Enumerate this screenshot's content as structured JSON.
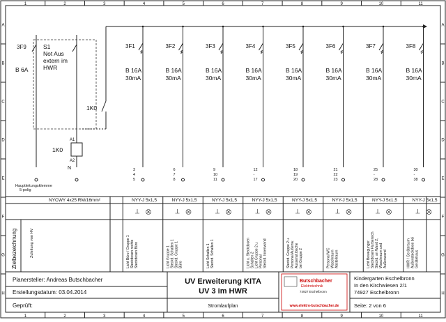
{
  "grid": {
    "columns": [
      "1",
      "2",
      "3",
      "4",
      "5",
      "6",
      "7",
      "8",
      "9",
      "10",
      "11"
    ],
    "rows": [
      "A",
      "B",
      "C",
      "D",
      "E",
      "F",
      "G",
      "H"
    ]
  },
  "main_breakers": [
    {
      "id": "3F9",
      "rating": "B 6A"
    }
  ],
  "emergency": {
    "id": "S1",
    "lines": [
      "Not Aus",
      "extern im",
      "HWR"
    ]
  },
  "contactor": {
    "id": "1K0",
    "coil_top": "A1",
    "coil_bottom": "A2",
    "neutral": "N",
    "contact_label": "1K0"
  },
  "ground_note": [
    "Hauptleitungsklemme",
    "5-polig"
  ],
  "rcbos": [
    {
      "id": "3F1",
      "rating": "B 16A",
      "rcd": "30mA",
      "terminals": [
        "3",
        "4",
        "5"
      ],
      "cable": "NYY-J 5x1,5",
      "desc": [
        "Licht Büro / Gruppe 1",
        "Steckdosen rechts",
        "Steckdosen Büro"
      ]
    },
    {
      "id": "3F2",
      "rating": "B 16A",
      "rcd": "30mA",
      "terminals": [
        "6",
        "7",
        "8"
      ],
      "cable": "NYY-J 5x1,5",
      "desc": [
        "Licht Gruppe 1",
        "Steckd. Schalten 1",
        "Steckd. Gruppe 1",
        "Büro"
      ]
    },
    {
      "id": "3F3",
      "rating": "B 16A",
      "rcd": "30mA",
      "terminals": [
        "9",
        "10",
        "11"
      ],
      "cable": "NYY-J 5x1,5",
      "desc": [
        "Licht Schalten 1",
        "Steckd. Schalten 1"
      ]
    },
    {
      "id": "3F4",
      "rating": "B 16A",
      "rcd": "30mA",
      "terminals": [
        "12",
        "-",
        "17"
      ],
      "cable": "NYY-J 5x1,5",
      "desc": [
        "Licht u. Steckdosen",
        "Schalten 2",
        "Licht Gruppe 2 u.",
        "Personal",
        "Steckd. Innenwand"
      ]
    },
    {
      "id": "3F5",
      "rating": "B 16A",
      "rcd": "30mA",
      "terminals": [
        "18",
        "19",
        "20"
      ],
      "cable": "NYY-J 5x1,5",
      "desc": [
        "Steckd. Gruppe 2 u.",
        "Personal Außenw.",
        "Aussenst.lösche",
        "bei Gruppe 2"
      ]
    },
    {
      "id": "3F6",
      "rating": "B 16A",
      "rcd": "30mA",
      "terminals": [
        "21",
        "22",
        "23"
      ],
      "cable": "NYY-J 5x1,5",
      "desc": [
        "Personal WC",
        "Waschraum",
        "Abstellraum"
      ]
    },
    {
      "id": "3F7",
      "rating": "B 16A",
      "rcd": "30mA",
      "terminals": [
        "25",
        "-",
        "28"
      ],
      "cable": "NYY-J 5x1,5",
      "desc": [
        "Licht Bewegungsr.",
        "Steckdosen Flurbereich",
        "Steckd. an Wand 2,",
        "Waschraum und",
        "Außenwand"
      ]
    },
    {
      "id": "3F8",
      "rating": "B 16A",
      "rcd": "30mA",
      "terminals": [
        "30",
        "-",
        "38"
      ],
      "cable": "NYY-J 5x1,5",
      "desc": [
        "HWR / Geräteraum",
        "Außensteckdose bei",
        "Gerätehaus"
      ]
    }
  ],
  "feed": {
    "cable": "NYCWY 4x25 RM/16mm²",
    "desc": "Zuleitung von HV"
  },
  "side_label": "Zielbezeichnung",
  "title_block": {
    "planer": "Planersteller: Andreas Butschbacher",
    "date": "Erstellungsdatum: 03.04.2014",
    "checked": "Geprüft:",
    "title1": "UV Erweiterung KITA",
    "title2": "UV 3 im HWR",
    "plan_type": "Stromlaufplan",
    "logo_name": "Butschbacher",
    "logo_sub": "Elektrotechnik",
    "logo_line1": "74927 Eschelbronn",
    "logo_url": "www.elektro-butschbacher.de",
    "client1": "Kindergarten Eschelbronn",
    "client2": "In den Kirchwiesen 2/1",
    "client3": "74927 Eschelbronn",
    "page": "Seite:   2 von 6"
  }
}
